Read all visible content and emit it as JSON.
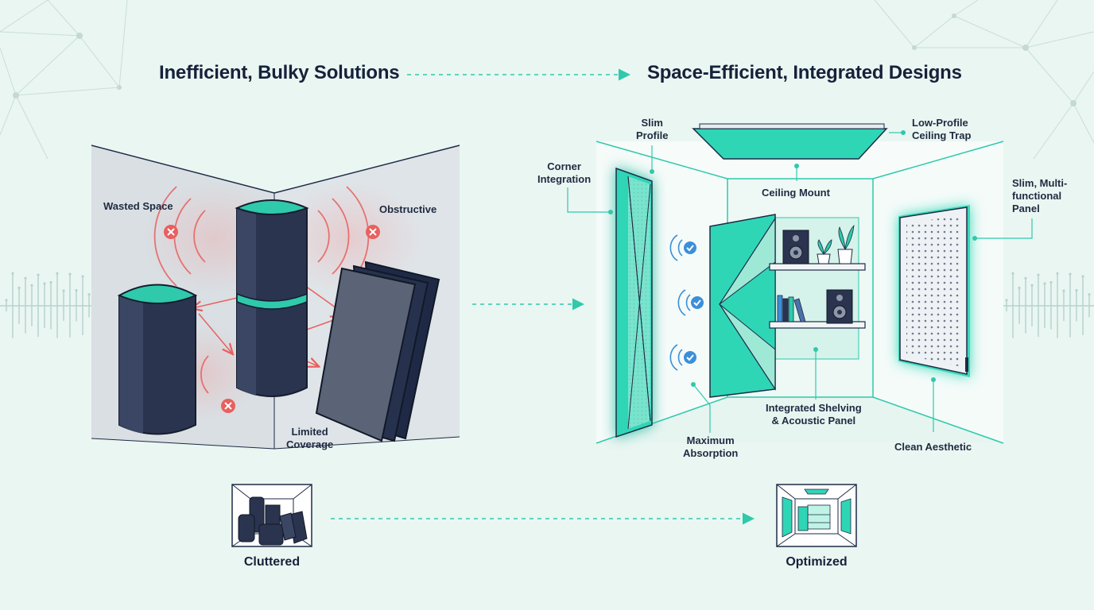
{
  "titles": {
    "left": "Inefficient, Bulky Solutions",
    "right": "Space-Efficient, Integrated Designs"
  },
  "left_labels": {
    "wasted_space": "Wasted Space",
    "obstructive": "Obstructive",
    "limited_coverage": "Limited\nCoverage"
  },
  "right_labels": {
    "slim_profile": "Slim\nProfile",
    "corner_integration": "Corner\nIntegration",
    "low_profile_ceiling_trap": "Low-Profile\nCeiling Trap",
    "ceiling_mount": "Ceiling Mount",
    "slim_multifunctional_panel": "Slim, Multi-\nfunctional\nPanel",
    "integrated_shelving": "Integrated Shelving\n& Acoustic Panel",
    "maximum_absorption": "Maximum\nAbsorption",
    "clean_aesthetic": "Clean Aesthetic"
  },
  "captions": {
    "cluttered": "Cluttered",
    "optimized": "Optimized"
  },
  "colors": {
    "background": "#eaf6f2",
    "accent_teal": "#2fd6b6",
    "navy": "#1e2a45",
    "warning_red": "#e8605f",
    "check_blue": "#3b8fd8"
  }
}
